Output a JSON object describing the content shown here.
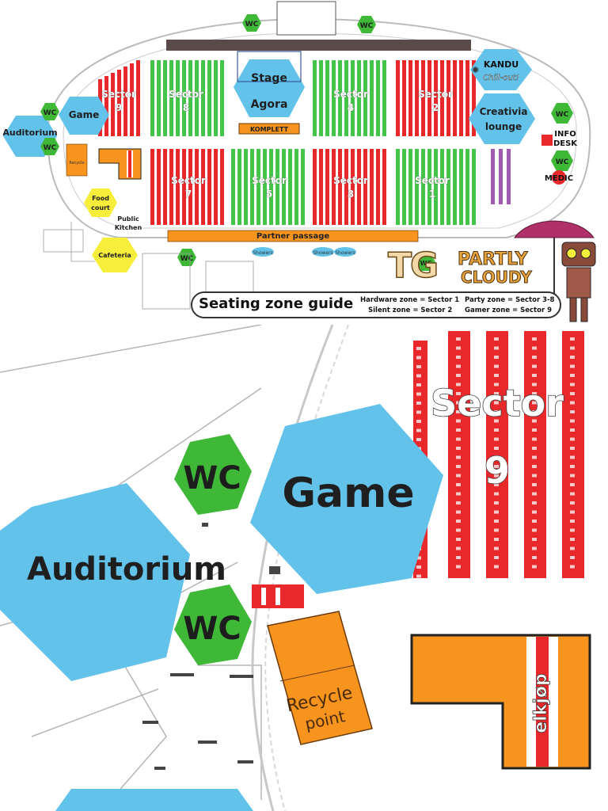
{
  "map": {
    "sectors": [
      {
        "id": "9",
        "label": "Sector",
        "num": "9"
      },
      {
        "id": "8",
        "label": "Sector",
        "num": "8"
      },
      {
        "id": "4",
        "label": "Sector",
        "num": "4"
      },
      {
        "id": "2",
        "label": "Sector",
        "num": "2"
      },
      {
        "id": "7",
        "label": "Sector",
        "num": "7"
      },
      {
        "id": "5",
        "label": "Sector",
        "num": "5"
      },
      {
        "id": "3",
        "label": "Sector",
        "num": "3"
      },
      {
        "id": "1",
        "label": "Sector",
        "num": "1"
      }
    ],
    "stage": {
      "line1": "Stage",
      "line2": "Agora"
    },
    "komplett": "KOMPLETT",
    "kandu": {
      "line1": "KANDU",
      "line2": "Chill-out!"
    },
    "creativia": {
      "line1": "Creativia",
      "line2": "lounge"
    },
    "game": "Game",
    "auditorium": "Auditorium",
    "wc": "WC",
    "info_desk": {
      "line1": "INFO",
      "line2": "DESK"
    },
    "medic": "MEDIC",
    "food_court": {
      "line1": "Food",
      "line2": "court"
    },
    "public_kitchen": {
      "line1": "Public",
      "line2": "Kitchen"
    },
    "cafeteria": "Cafeteria",
    "partner_passage": "Partner passage",
    "showers": "Showers",
    "recycle": {
      "line1": "Recycle",
      "line2": "point"
    },
    "elkjop": "elkjøp"
  },
  "legend": {
    "title": "Seating zone guide",
    "items": [
      "Hardware zone = Sector 1",
      "Silent zone = Sector 2",
      "Party zone = Sector 3-8",
      "Gamer zone = Sector 9"
    ]
  },
  "brand": {
    "logo": "TG",
    "line1": "PARTLY",
    "line2": "CLOUDY"
  },
  "colors": {
    "red": "#e8282b",
    "green": "#45c44a",
    "blue_hex": "#62c2ea",
    "wc_green": "#3fb838",
    "orange": "#f7941d",
    "yellow": "#f6ee3a",
    "purple": "#a25bb0"
  }
}
